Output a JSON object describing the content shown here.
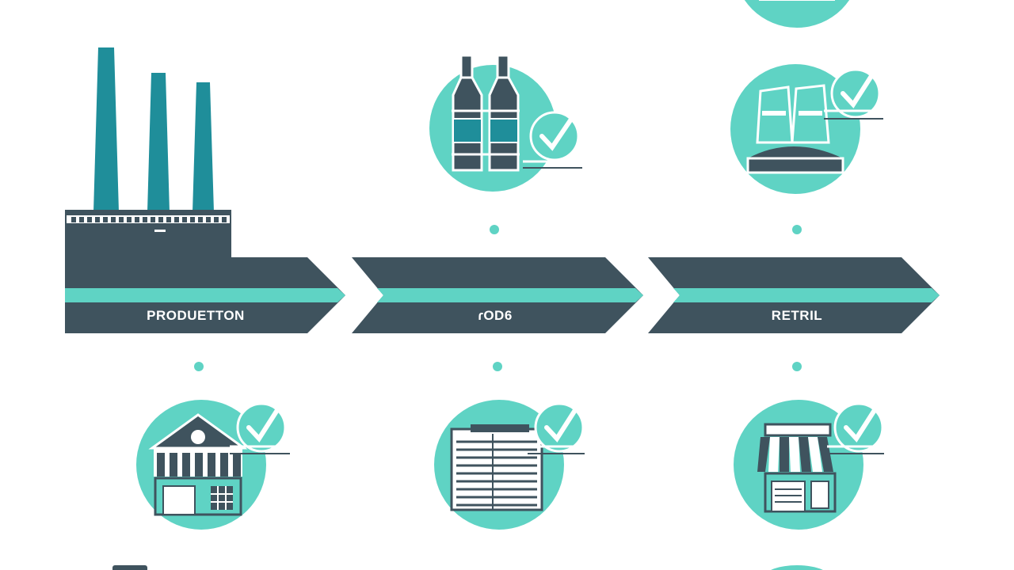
{
  "stages": [
    {
      "label": "PRODUETTON"
    },
    {
      "label": "ɾOD6"
    },
    {
      "label": "RETRIL"
    }
  ],
  "colors": {
    "arrow_dark": "#3f535e",
    "accent_band": "#5fd3c4",
    "circle": "#5fd3c4",
    "factory_stack": "#1f8e9a",
    "icon_line": "#ffffff",
    "icon_dark": "#3f535e",
    "dot": "#5fd3c4"
  },
  "icons": {
    "top": [
      "bottles-check-icon",
      "bags-check-icon"
    ],
    "bottom": [
      "warehouse-check-icon",
      "document-check-icon",
      "storefront-check-icon"
    ],
    "left": "factory-icon"
  }
}
